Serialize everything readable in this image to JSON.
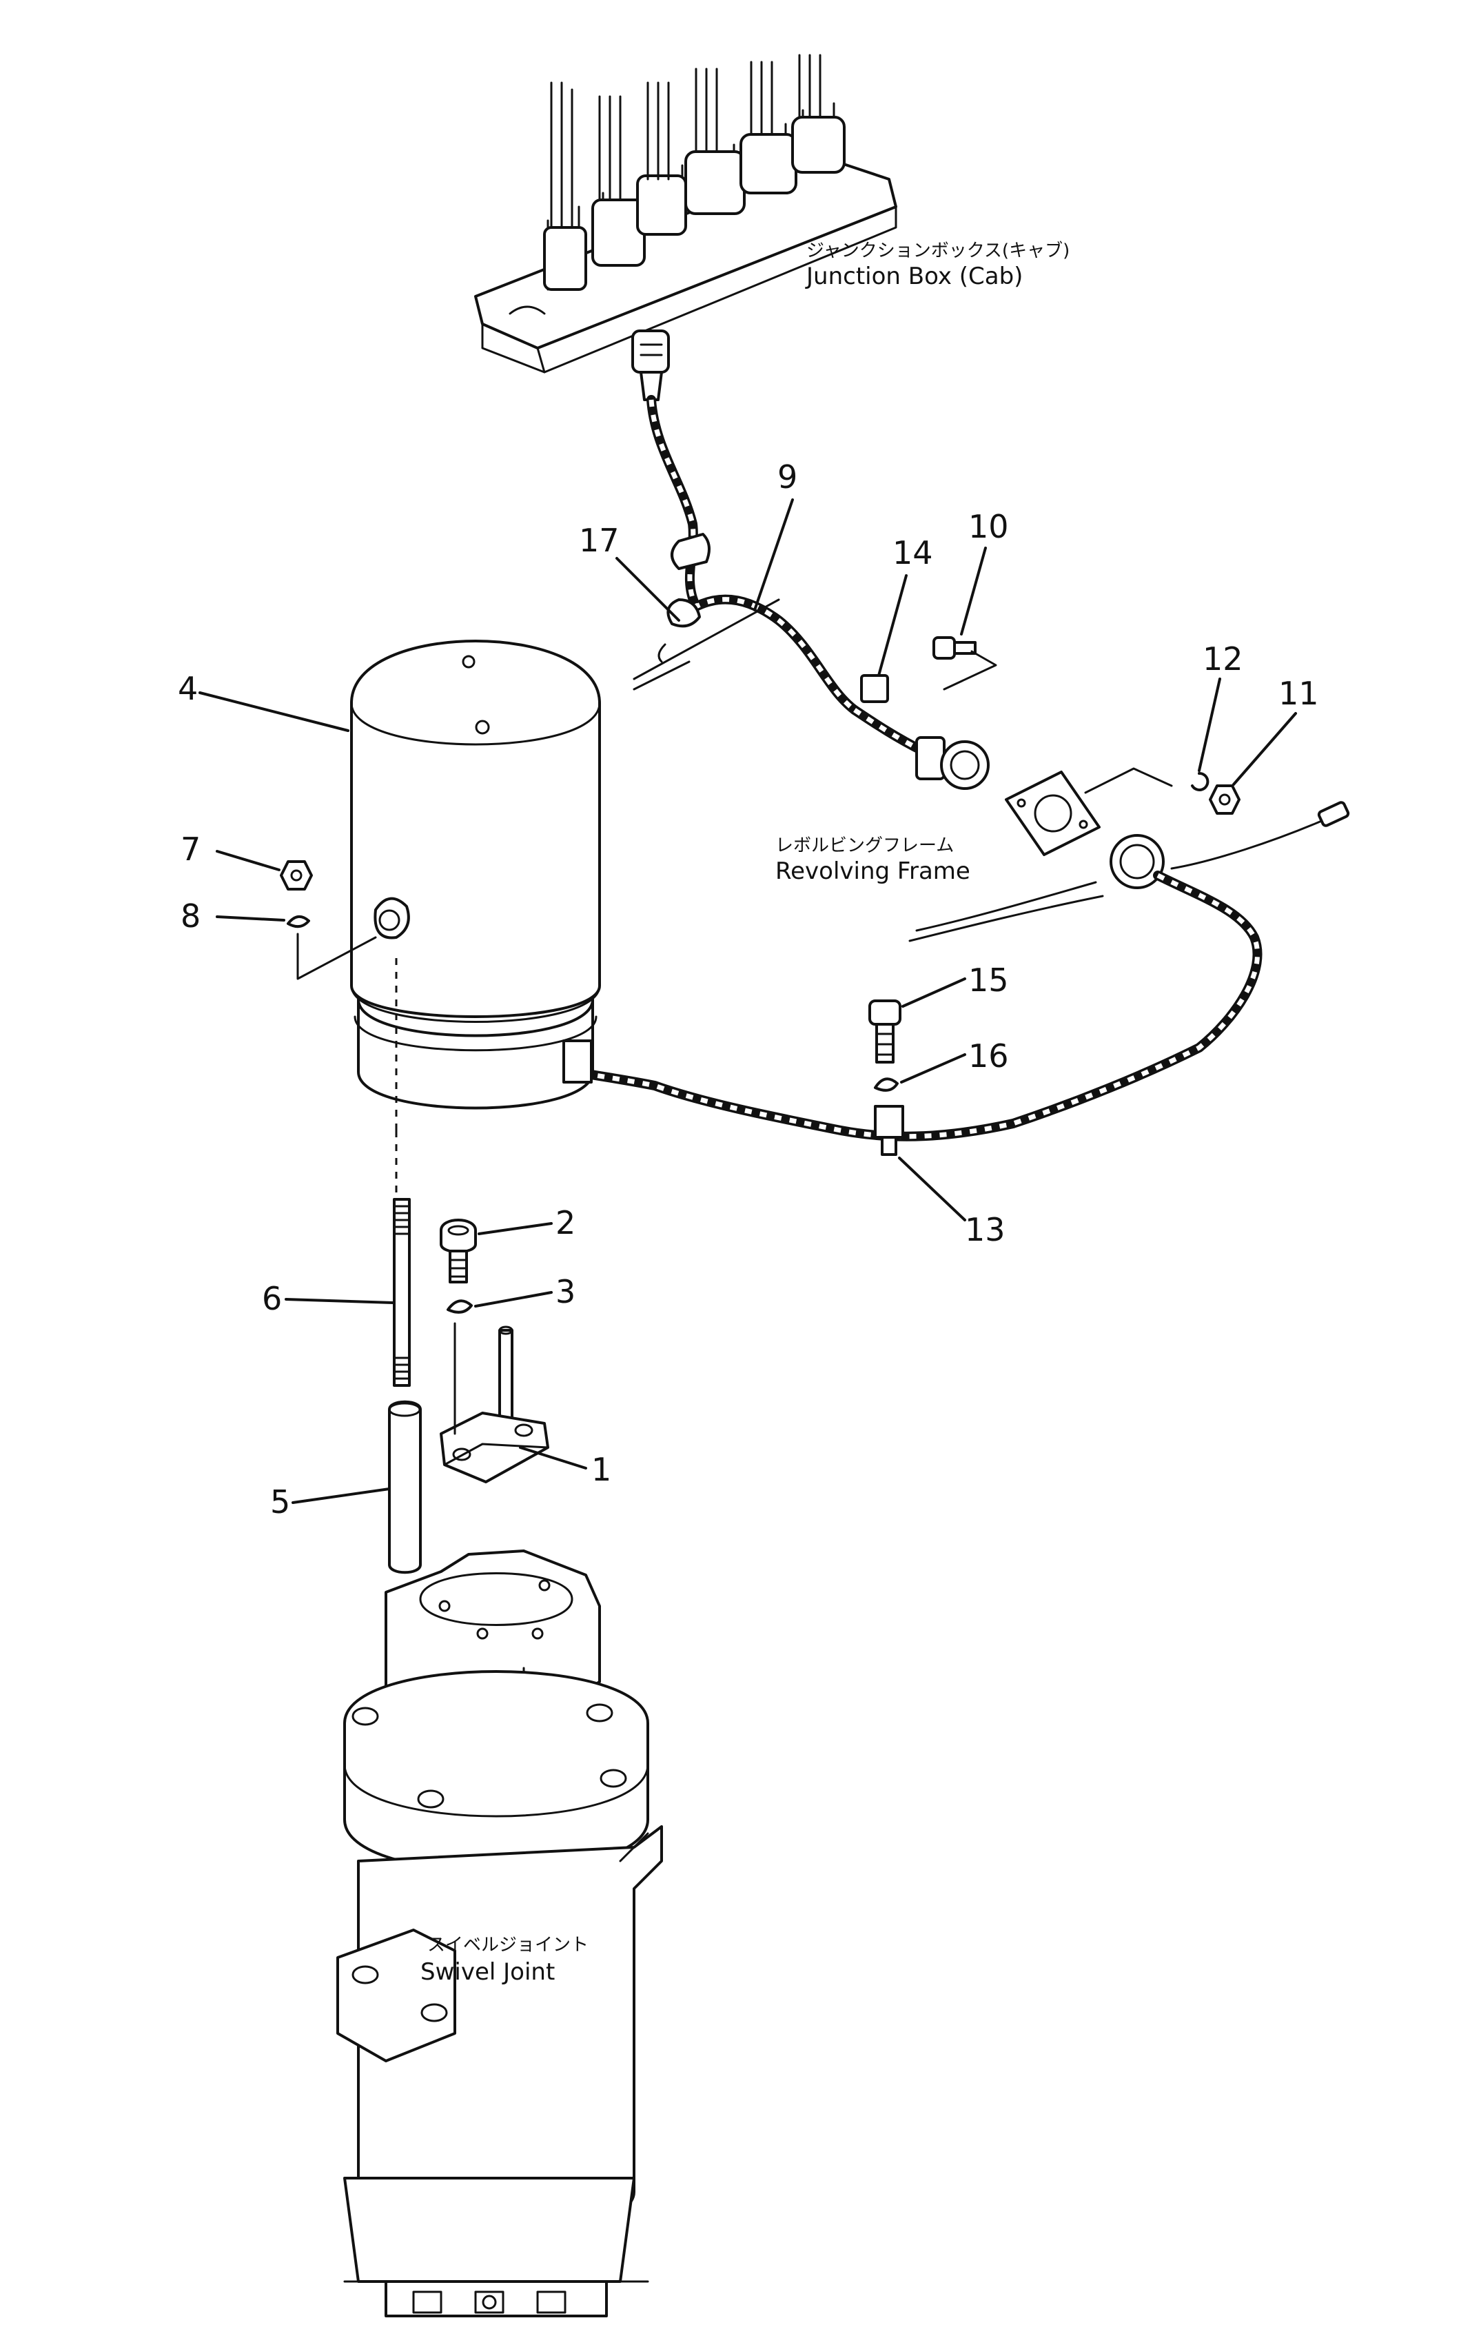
{
  "labels": {
    "junction_box_jp": "ジャンクションボックス(キャブ)",
    "junction_box_en": "Junction Box (Cab)",
    "revolving_frame_jp": "レボルビングフレーム",
    "revolving_frame_en": "Revolving Frame",
    "swivel_joint_jp": "スイベルジョイント",
    "swivel_joint_en": "Swivel Joint"
  },
  "callouts": {
    "p1": "1",
    "p2": "2",
    "p3": "3",
    "p4": "4",
    "p5": "5",
    "p6": "6",
    "p7": "7",
    "p8": "8",
    "p9": "9",
    "p10": "10",
    "p11": "11",
    "p12": "12",
    "p13": "13",
    "p14": "14",
    "p15": "15",
    "p16": "16",
    "p17": "17"
  }
}
